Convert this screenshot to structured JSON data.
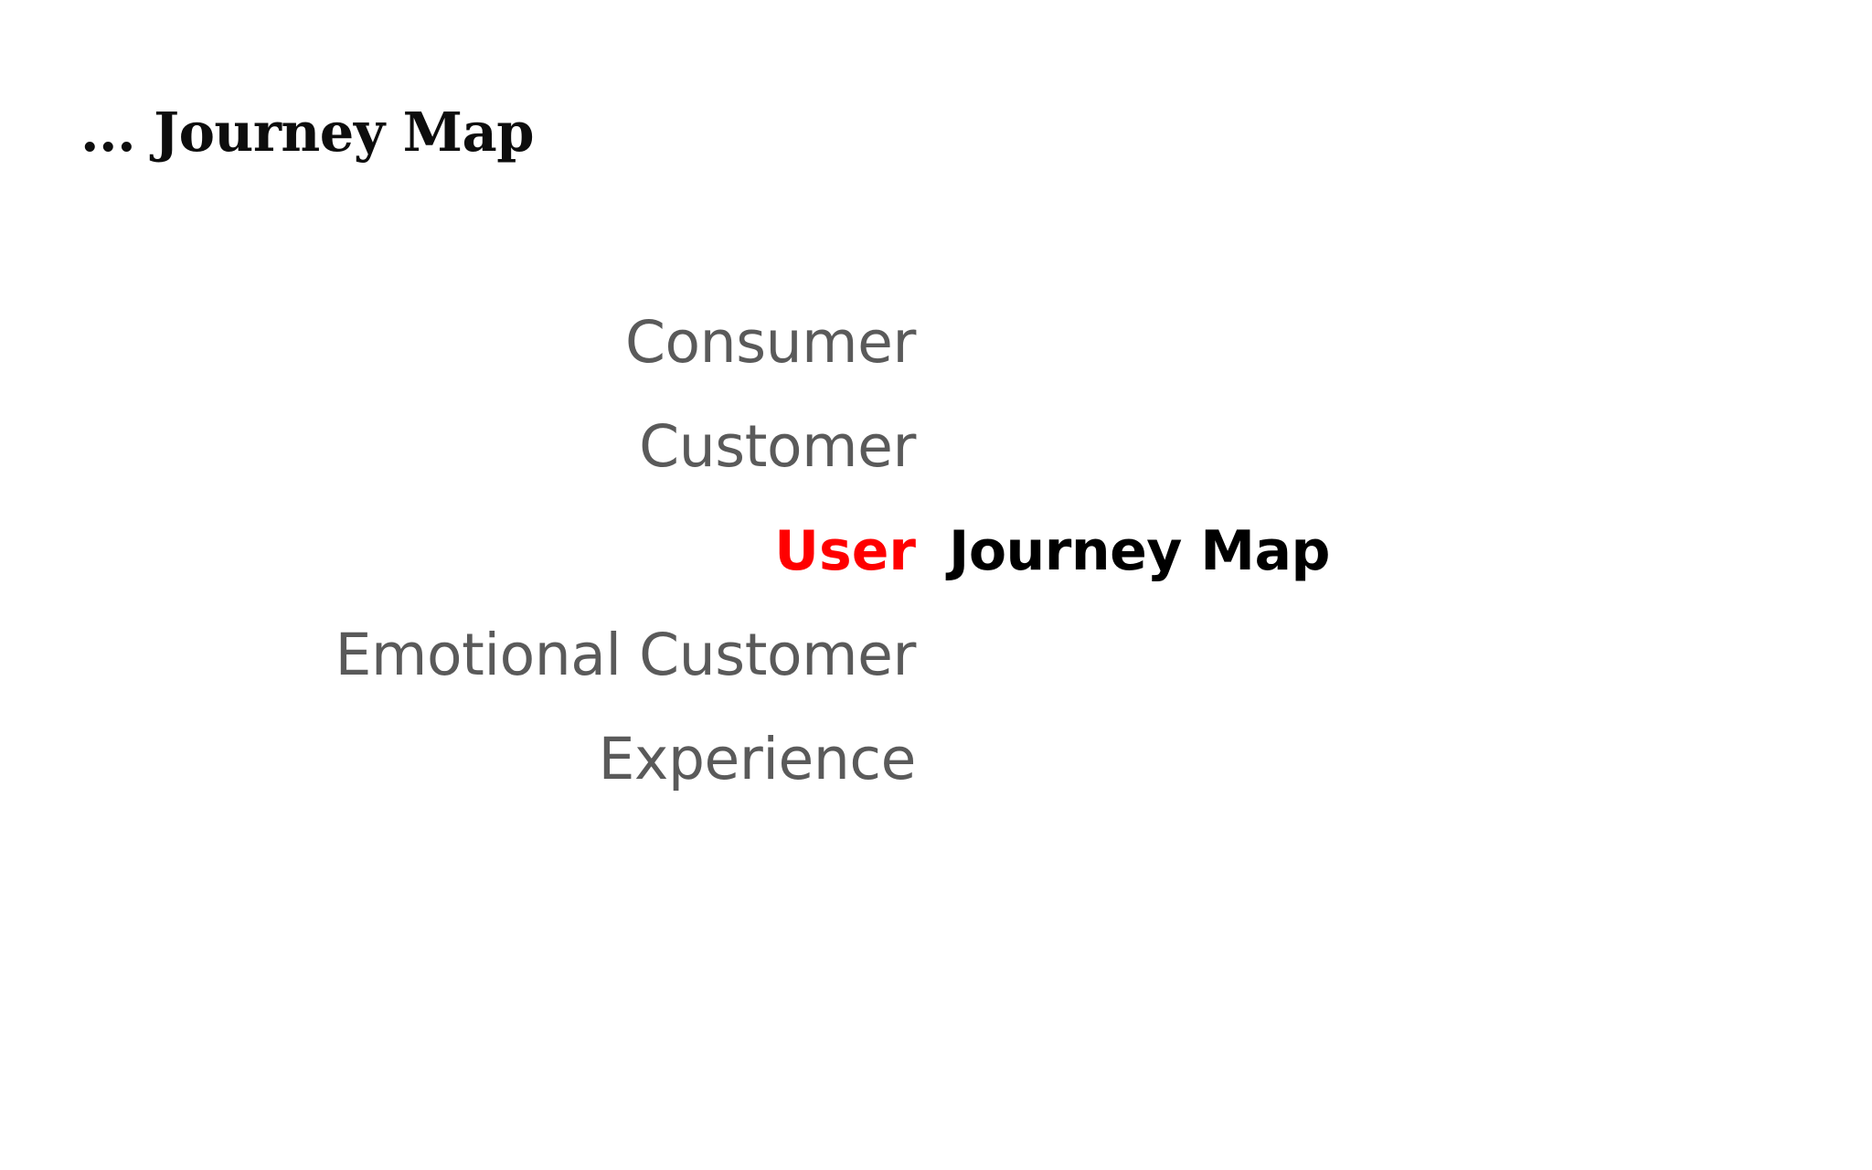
{
  "slide": {
    "title": "... Journey Map",
    "background_color": "#ffffff"
  },
  "word_construct": {
    "qualifiers": [
      {
        "label": "Consumer",
        "color": "#5a5a5a",
        "highlight": false
      },
      {
        "label": "Customer",
        "color": "#5a5a5a",
        "highlight": false
      },
      {
        "label": "User",
        "color": "#ff0000",
        "highlight": true
      },
      {
        "label": "Emotional Customer",
        "color": "#5a5a5a",
        "highlight": false
      },
      {
        "label": "Experience",
        "color": "#5a5a5a",
        "highlight": false
      }
    ],
    "noun_phrase": "Journey Map",
    "noun_phrase_color": "#000000",
    "highlight_color": "#ff0000",
    "muted_color": "#5a5a5a"
  }
}
